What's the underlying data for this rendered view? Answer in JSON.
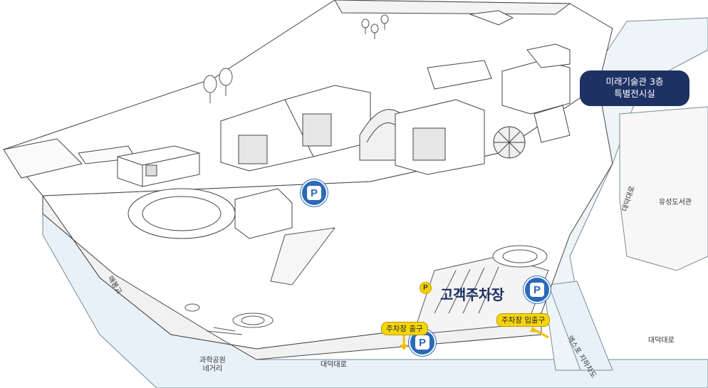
{
  "callout": {
    "line1": "미래기술관 3층",
    "line2": "특별전시실"
  },
  "main_parking": {
    "label": "고객주차장",
    "p_letter": "P"
  },
  "parking_exit": "주차장 출구",
  "parking_entrance": "주차장 입출구",
  "roads": {
    "daedeok_vertical": "대덕대로",
    "maebong": "매봉교",
    "daedeok_bottom": "대덕대로",
    "daedeok_right": "대덕대로",
    "expo_underpass": "엑스포 지하차도",
    "intersection_l1": "과학공원",
    "intersection_l2": "네거리"
  },
  "library": "유성도서관",
  "colors": {
    "callout_bg": "#1d3163",
    "parking_blue": "#2a6ab8",
    "tag_yellow": "#f7d50c",
    "road_fill": "#e7f1f7",
    "line": "#555555"
  },
  "icons": [
    "parking-icon",
    "exit-arrow-icon",
    "entrance-arrow-icon",
    "tree-icon"
  ]
}
